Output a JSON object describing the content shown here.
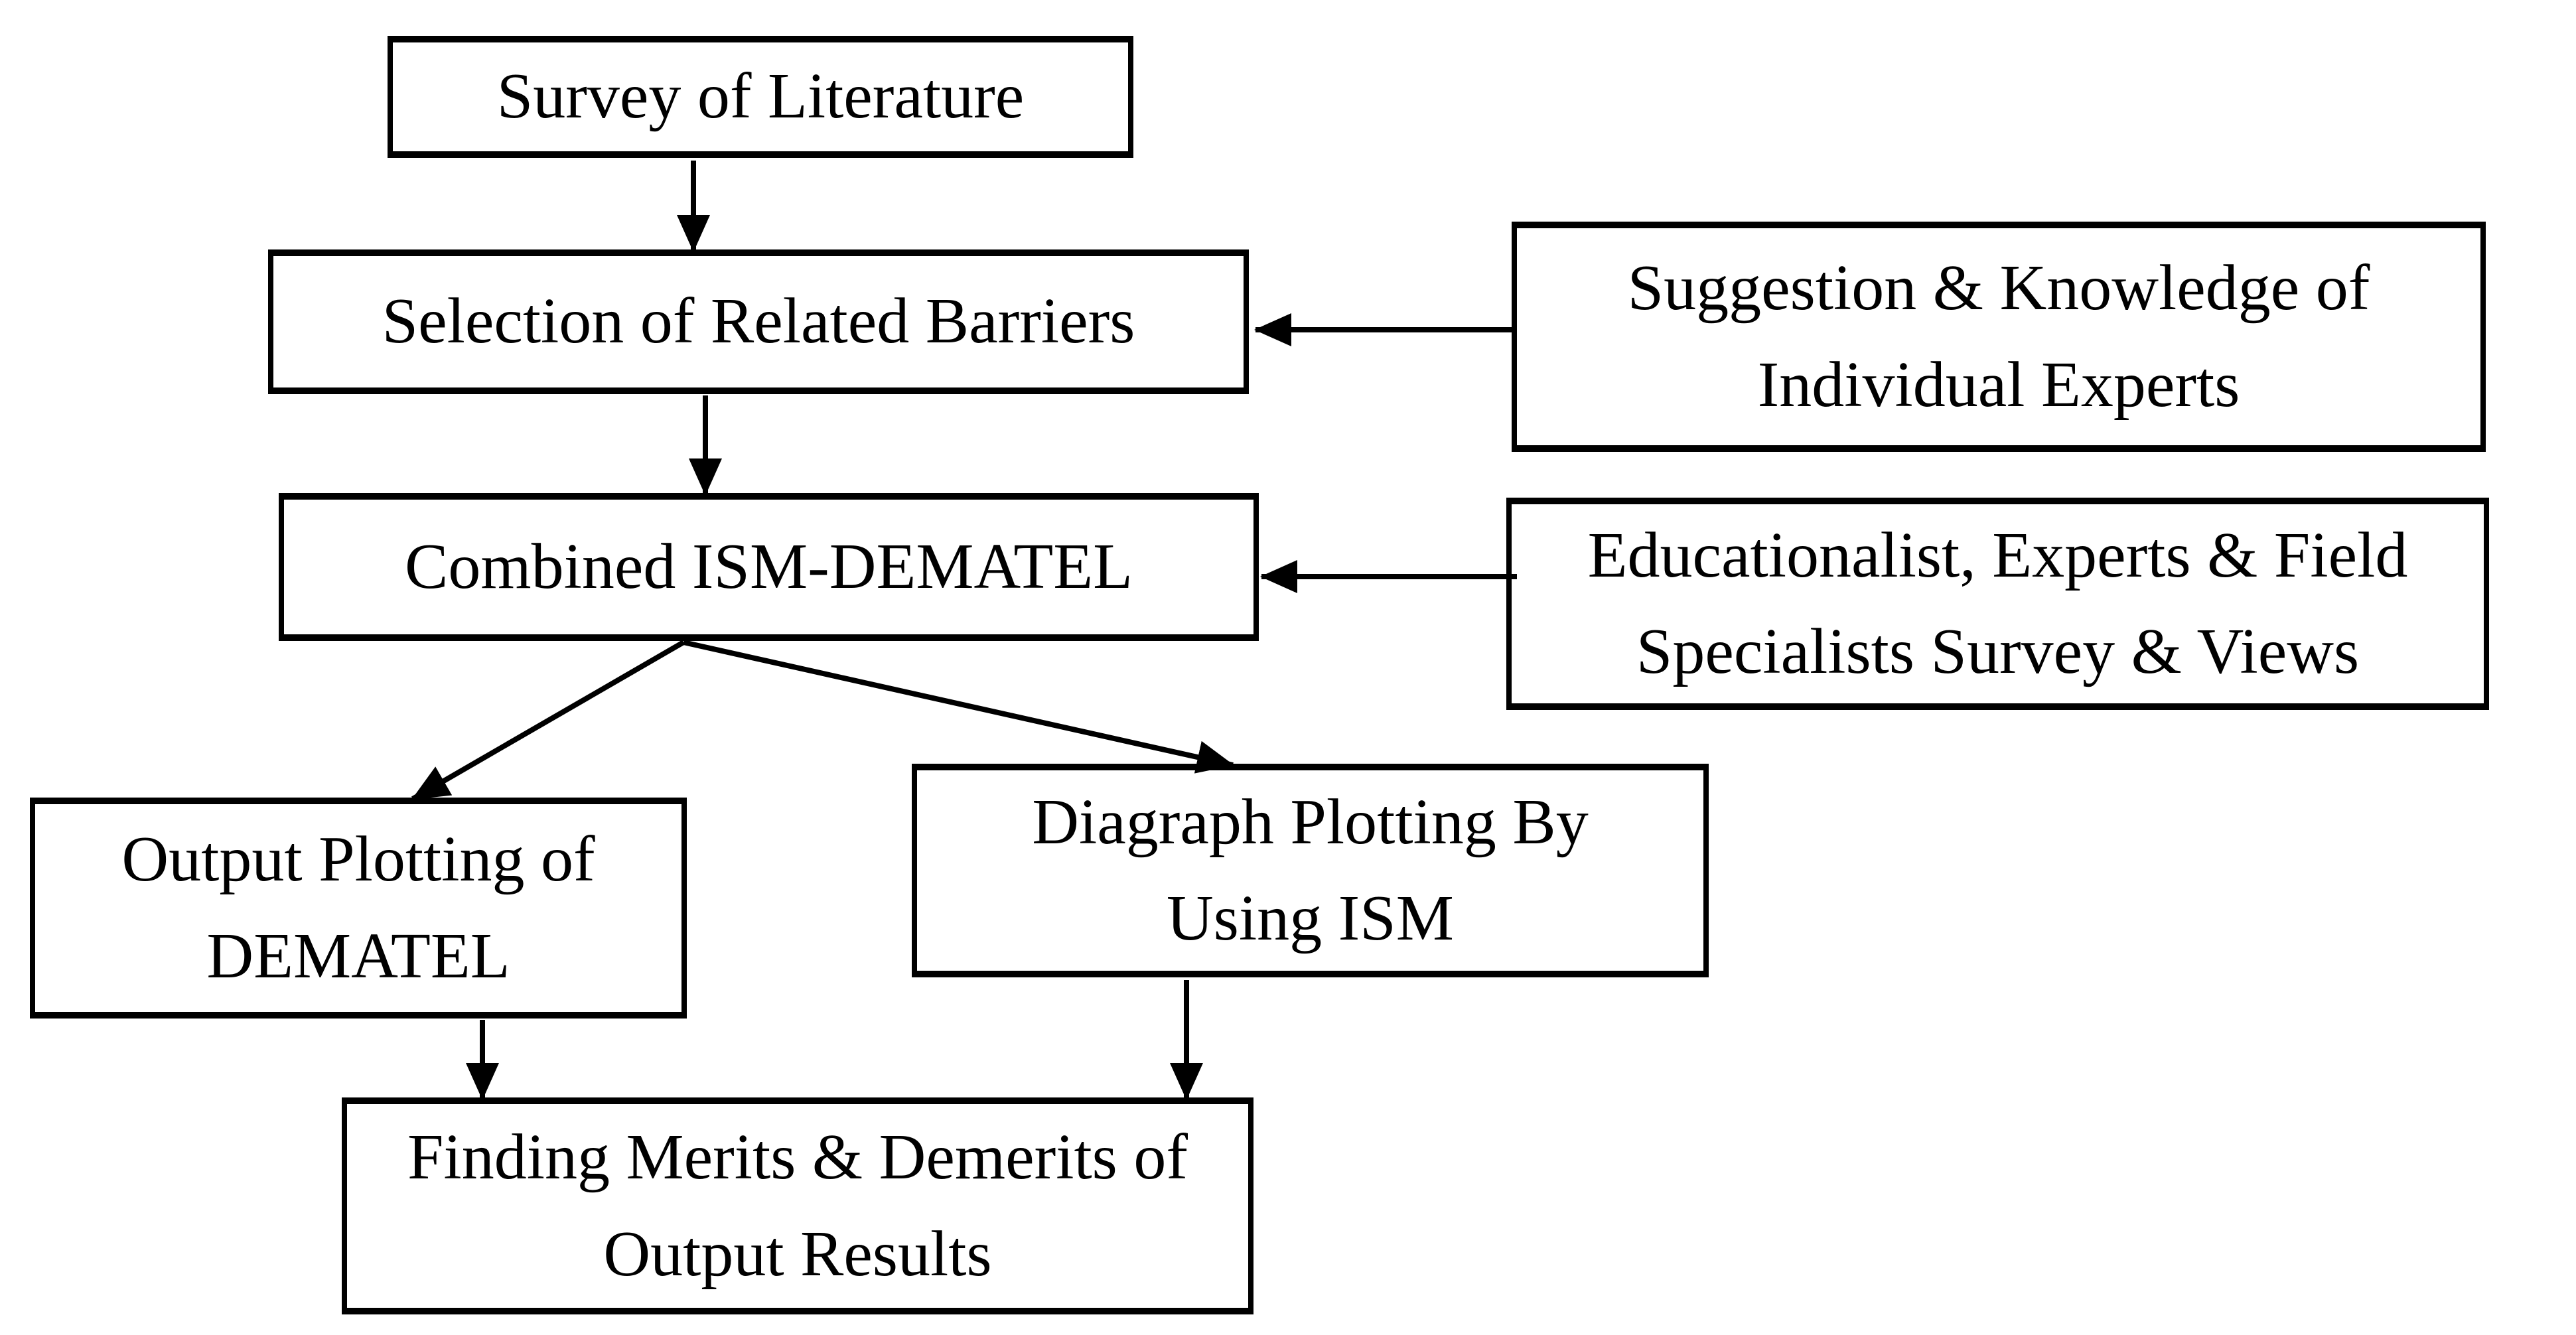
{
  "diagram": {
    "type": "flowchart",
    "nodes": [
      {
        "id": "survey-of-literature",
        "lines": [
          "Survey of Literature"
        ]
      },
      {
        "id": "selection-of-related-barriers",
        "lines": [
          "Selection of Related Barriers"
        ]
      },
      {
        "id": "suggestion-knowledge-of-individual-experts",
        "lines": [
          "Suggestion & Knowledge of",
          "Individual Experts"
        ]
      },
      {
        "id": "combined-ism-dematel",
        "lines": [
          "Combined ISM-DEMATEL"
        ]
      },
      {
        "id": "educationalist-experts-field-specialists-survey-views",
        "lines": [
          "Educationalist, Experts & Field",
          "Specialists Survey & Views"
        ]
      },
      {
        "id": "output-plotting-of-dematel",
        "lines": [
          "Output Plotting of",
          "DEMATEL"
        ]
      },
      {
        "id": "diagraph-plotting-by-using-ism",
        "lines": [
          "Diagraph Plotting By",
          "Using ISM"
        ]
      },
      {
        "id": "finding-merits-demerits-of-output-results",
        "lines": [
          "Finding Merits & Demerits of",
          "Output Results"
        ]
      }
    ],
    "edges": [
      {
        "from": "survey-of-literature",
        "to": "selection-of-related-barriers",
        "direction": "down"
      },
      {
        "from": "suggestion-knowledge-of-individual-experts",
        "to": "selection-of-related-barriers",
        "direction": "left"
      },
      {
        "from": "selection-of-related-barriers",
        "to": "combined-ism-dematel",
        "direction": "down"
      },
      {
        "from": "educationalist-experts-field-specialists-survey-views",
        "to": "combined-ism-dematel",
        "direction": "left"
      },
      {
        "from": "combined-ism-dematel",
        "to": "output-plotting-of-dematel",
        "direction": "down-left"
      },
      {
        "from": "combined-ism-dematel",
        "to": "diagraph-plotting-by-using-ism",
        "direction": "down-right"
      },
      {
        "from": "output-plotting-of-dematel",
        "to": "finding-merits-demerits-of-output-results",
        "direction": "down"
      },
      {
        "from": "diagraph-plotting-by-using-ism",
        "to": "finding-merits-demerits-of-output-results",
        "direction": "down"
      }
    ]
  },
  "colors": {
    "background": "#ffffff",
    "node_fill": "#ffffff",
    "ink": "#000000"
  }
}
